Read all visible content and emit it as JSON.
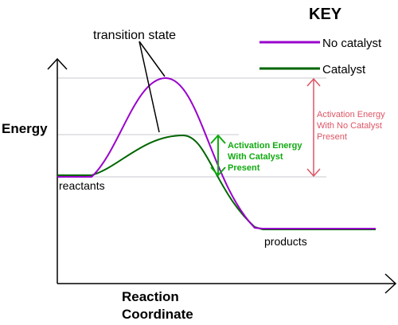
{
  "key": {
    "title": "KEY",
    "no_catalyst_label": "No catalyst",
    "catalyst_label": "Catalyst"
  },
  "axes": {
    "y_label": "Energy",
    "x_label_line1": "Reaction",
    "x_label_line2": "Coordinate"
  },
  "labels": {
    "transition_state": "transition state",
    "reactants": "reactants",
    "products": "products",
    "ea_catalyst_line1": "Activation Energy",
    "ea_catalyst_line2": "With Catalyst",
    "ea_catalyst_line3": "Present",
    "ea_no_catalyst_line1": "Activation Energy",
    "ea_no_catalyst_line2": "With No Catalyst",
    "ea_no_catalyst_line3": "Present"
  },
  "colors": {
    "no_catalyst": "#9900cc",
    "catalyst": "#006600",
    "ea_catalyst_text": "#11aa11",
    "ea_no_catalyst_text": "#dd5566",
    "guide": "#c8c8d0",
    "axis": "#000000"
  }
}
